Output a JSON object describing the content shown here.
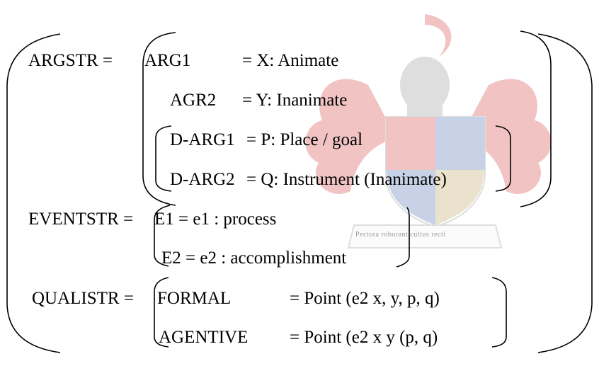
{
  "argstr": {
    "label": "ARGSTR =",
    "rows": [
      {
        "name": "ARG1",
        "value": "= X: Animate"
      },
      {
        "name": "AGR2",
        "value": "= Y: Inanimate"
      },
      {
        "name": "D-ARG1",
        "value": "= P: Place / goal"
      },
      {
        "name": "D-ARG2",
        "value": "= Q: Instrument (Inanimate)"
      }
    ]
  },
  "eventstr": {
    "label": "EVENTSTR =",
    "rows": [
      {
        "text": "E1 = e1 : process"
      },
      {
        "text": "E2 = e2 : accomplishment"
      }
    ]
  },
  "qualistr": {
    "label": "QUALISTR =",
    "rows": [
      {
        "name": "FORMAL",
        "value": "= Point (e2 x, y, p, q)"
      },
      {
        "name": "AGENTIVE",
        "value": "= Point (e2 x y (p, q)"
      }
    ]
  },
  "watermark": {
    "motto": "Pectora roborant cultus recti",
    "colors": {
      "red": "#d22b2b",
      "blue": "#3a5fa8",
      "gold": "#b59a4a",
      "grey": "#8a8a8a"
    }
  }
}
